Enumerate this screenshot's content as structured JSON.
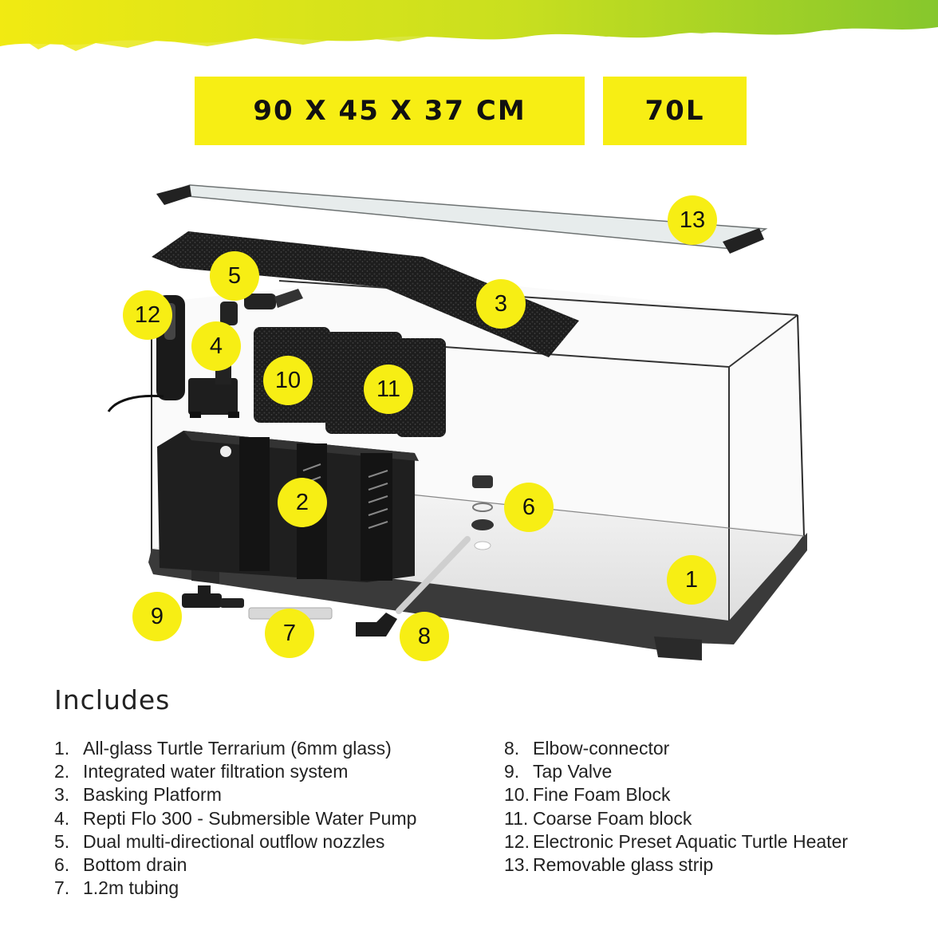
{
  "dimensions_label": "90 X 45 X 37 CM",
  "volume_label": "70L",
  "colors": {
    "accent": "#f7ee14",
    "band_green": "#8fcc2a",
    "text": "#222222",
    "glass_edge": "#2a2a2a"
  },
  "callouts": [
    "13",
    "5",
    "3",
    "12",
    "4",
    "10",
    "11",
    "2",
    "6",
    "1",
    "9",
    "7",
    "8"
  ],
  "includes": {
    "title": "Includes",
    "left_items": [
      {
        "num": "1.",
        "label": "All-glass Turtle Terrarium (6mm glass)"
      },
      {
        "num": "2.",
        "label": "Integrated water filtration system"
      },
      {
        "num": "3.",
        "label": "Basking Platform"
      },
      {
        "num": "4.",
        "label": "Repti Flo 300 - Submersible Water Pump"
      },
      {
        "num": "5.",
        "label": "Dual multi-directional outflow nozzles"
      },
      {
        "num": "6.",
        "label": "Bottom drain"
      },
      {
        "num": "7.",
        "label": "1.2m tubing"
      }
    ],
    "right_items": [
      {
        "num": "8.",
        "label": "Elbow-connector"
      },
      {
        "num": "9.",
        "label": "Tap Valve"
      },
      {
        "num": "10.",
        "label": "Fine Foam Block"
      },
      {
        "num": "11.",
        "label": "Coarse Foam block"
      },
      {
        "num": "12.",
        "label": "Electronic Preset Aquatic Turtle Heater"
      },
      {
        "num": "13.",
        "label": "Removable glass strip"
      }
    ]
  }
}
